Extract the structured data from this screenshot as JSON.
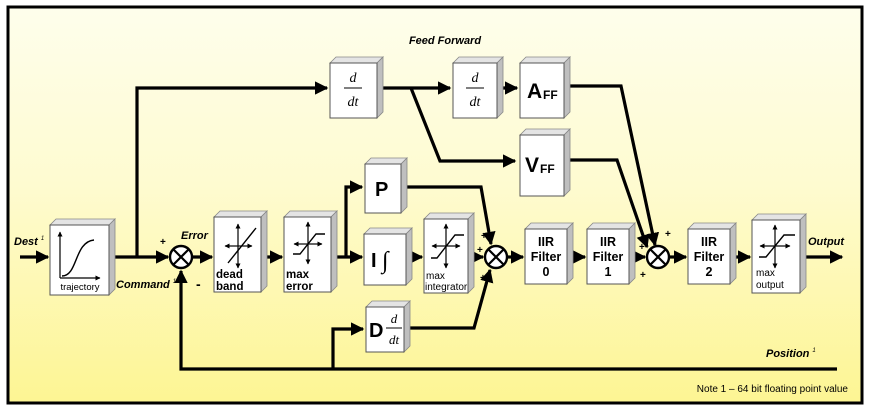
{
  "title": "Feed Forward",
  "note": "Note 1 – 64 bit floating point value",
  "footnote_mark": "1",
  "colors": {
    "background_top": "#fefee8",
    "background_bottom": "#fdf79a",
    "block_face": "#ffffff",
    "block_side": "#c8c8c8",
    "block_top": "#e4e4e4",
    "line": "#000000"
  },
  "signals": {
    "dest": "Dest",
    "command": "Command",
    "error": "Error",
    "output": "Output",
    "position": "Position"
  },
  "blocks": {
    "trajectory": {
      "label": "trajectory",
      "icon": "s-curve-icon"
    },
    "deadband": {
      "line1": "dead",
      "line2": "band",
      "icon": "deadband-icon"
    },
    "max_error": {
      "line1": "max",
      "line2": "error",
      "icon": "saturation-icon"
    },
    "p": {
      "label": "P"
    },
    "i": {
      "label": "I",
      "symbol": "∫"
    },
    "max_integrator": {
      "line1": "max",
      "line2": "integrator",
      "icon": "saturation-icon"
    },
    "d": {
      "label": "D",
      "num": "d",
      "den": "dt"
    },
    "ff_deriv1": {
      "num": "d",
      "den": "dt"
    },
    "ff_deriv2": {
      "num": "d",
      "den": "dt"
    },
    "aff": {
      "main": "A",
      "sub": "FF"
    },
    "vff": {
      "main": "V",
      "sub": "FF"
    },
    "iir0": {
      "line1": "IIR",
      "line2": "Filter",
      "line3": "0"
    },
    "iir1": {
      "line1": "IIR",
      "line2": "Filter",
      "line3": "1"
    },
    "iir2": {
      "line1": "IIR",
      "line2": "Filter",
      "line3": "2"
    },
    "max_output": {
      "line1": "max",
      "line2": "output",
      "icon": "saturation-icon"
    }
  },
  "summers": {
    "error_sum": {
      "signs": [
        "+",
        "-"
      ]
    },
    "pid_sum": {
      "signs": [
        "+",
        "+",
        "+"
      ]
    },
    "ff_sum": {
      "signs": [
        "+",
        "+",
        "+"
      ]
    }
  }
}
